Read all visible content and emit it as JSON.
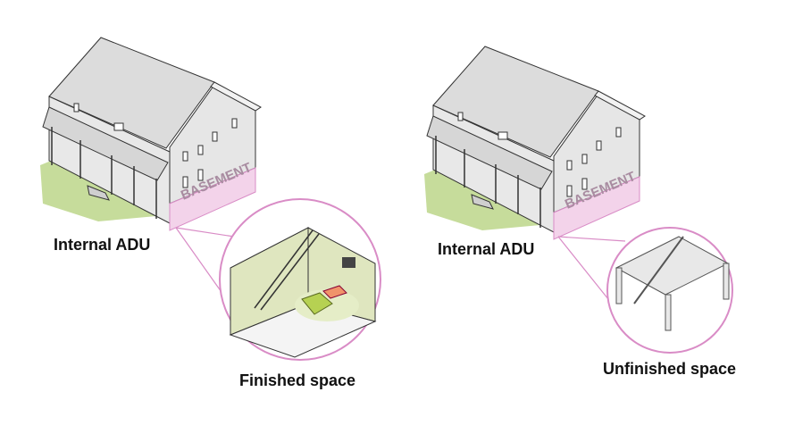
{
  "colors": {
    "basement": "#f3d3ea",
    "callout": "#d98cc6",
    "grass": "#c6dc9b",
    "wall": "#e6e6e6",
    "finish_wall": "#dfe6bf",
    "sofa": "#b6d152",
    "table": "#f0936a"
  },
  "left": {
    "title": "Internal ADU",
    "basement_sign": "BASEMENT",
    "caption": "Finished space"
  },
  "right": {
    "title": "Internal ADU",
    "basement_sign": "BASEMENT",
    "caption": "Unfinished space"
  }
}
